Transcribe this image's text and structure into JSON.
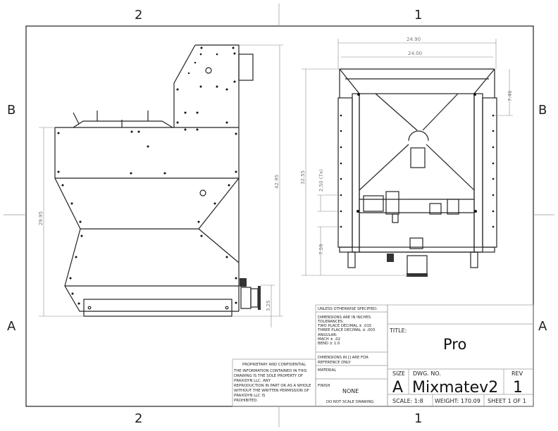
{
  "zones": {
    "col_left": "2",
    "col_right": "1",
    "row_top": "B",
    "row_bottom": "A"
  },
  "dimensions": {
    "overall_height_side": "42.95",
    "body_height_side": "29.95",
    "outlet_height": "3.25",
    "overall_width": "24.90",
    "inner_width": "24.00",
    "overall_height_front": "32.55",
    "top_rail": "7.46",
    "hole_spacing": "2.50 (7x)",
    "bottom_offset": "7.59"
  },
  "title_block": {
    "unless": "UNLESS OTHERWISE SPECIFIED:",
    "tolerances": [
      "DIMENSIONS ARE IN INCHES",
      "TOLERANCES:",
      "TWO PLACE DECIMAL  ± .015",
      "THREE PLACE DECIMAL ± .003",
      "ANGULAR:",
      "MACH ± .02",
      "BEND  ± 1.0"
    ],
    "reference": [
      "DIMENSIONS IN [] ARE FOR",
      "REFERENCE ONLY"
    ],
    "material_label": "MATERIAL",
    "finish_label": "FINISH",
    "finish_value": "NONE",
    "do_not_scale": "DO NOT SCALE DRAWING",
    "proprietary_title": "PROPRIETARY AND CONFIDENTIAL",
    "proprietary_text": [
      "THE INFORMATION CONTAINED IN THIS",
      "DRAWING IS THE SOLE PROPERTY OF",
      "PRAXIDYN LLC.  ANY",
      "REPRODUCTION IN PART OR AS A WHOLE",
      "WITHOUT THE WRITTEN PERMISSION OF",
      "PRAXIDYN LLC IS",
      "PROHIBITED."
    ],
    "title_label": "TITLE:",
    "title_value": "Pro",
    "size_label": "SIZE",
    "size_value": "A",
    "dwg_no_label": "DWG.  NO.",
    "dwg_no_value": "Mixmatev2",
    "rev_label": "REV",
    "rev_value": "1",
    "scale": "SCALE: 1:8",
    "weight": "WEIGHT: 170.09",
    "sheet": "SHEET 1 OF 1"
  }
}
